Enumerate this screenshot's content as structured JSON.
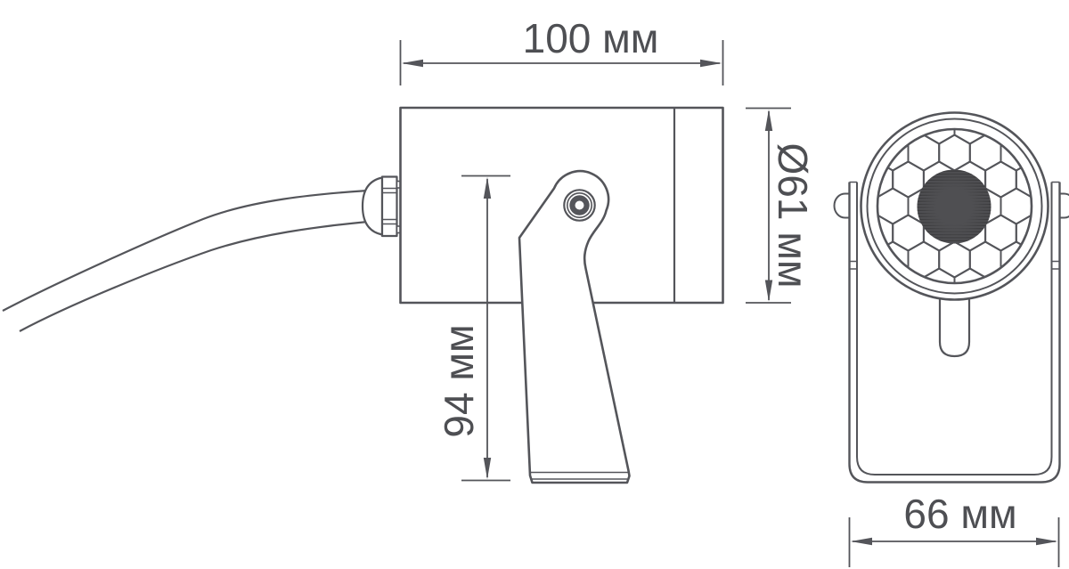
{
  "drawing": {
    "dimensions": {
      "length": {
        "label": "100 мм",
        "value_mm": 100
      },
      "diameter": {
        "label": "Ø61 мм",
        "value_mm": 61
      },
      "height": {
        "label": "94 мм",
        "value_mm": 94
      },
      "base_width": {
        "label": "66 мм",
        "value_mm": 66
      }
    },
    "colors": {
      "line": "#54555A",
      "text": "#4E4F53",
      "lens_fill": "#4F4F52",
      "lens_ridge": "#28282A",
      "background": "#FFFFFF"
    }
  }
}
